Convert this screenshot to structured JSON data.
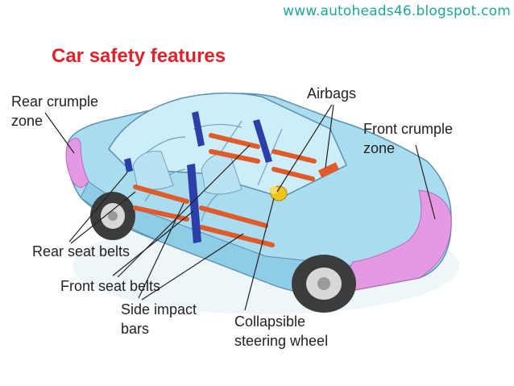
{
  "site": {
    "url": "www.autoheads46.blogspot.com"
  },
  "title": "Car safety features",
  "labels": {
    "rear_crumple_zone": [
      "Rear crumple",
      "zone"
    ],
    "airbags": "Airbags",
    "front_crumple_zone": [
      "Front crumple",
      "zone"
    ],
    "rear_seat_belts": "Rear seat belts",
    "front_seat_belts": "Front seat belts",
    "side_impact_bars": [
      "Side impact",
      "bars"
    ],
    "collapsible_steering_wheel": [
      "Collapsible",
      "steering wheel"
    ]
  },
  "colors": {
    "body": "#a9dcef",
    "body_light": "#cdeef8",
    "crumple_zone": "#e39ae3",
    "side_impact_bar": "#e05a2a",
    "seat_belt": "#2a3fa8",
    "airbag": "#f0c419",
    "tire": "#3c3c3c",
    "title": "#e0222a",
    "url": "#1fa59a"
  }
}
